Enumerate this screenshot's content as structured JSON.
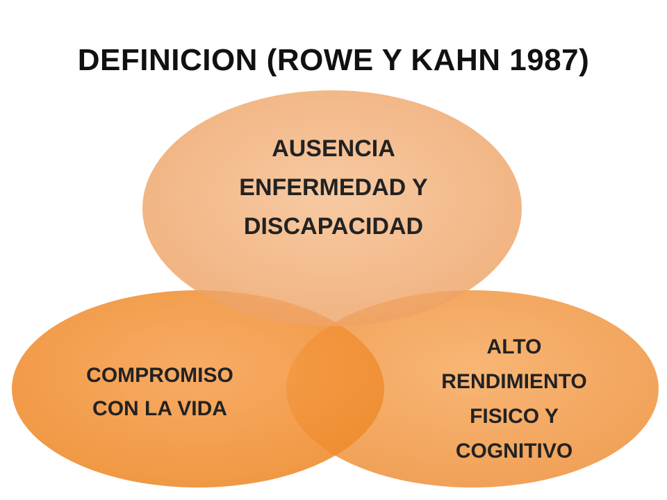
{
  "title": "DEFINICION (ROWE Y KAHN 1987)",
  "diagram": {
    "colors": {
      "top_fill": "#F1A666",
      "left_fill": "#F08A2E",
      "right_fill": "#F29A48",
      "text": "#222222",
      "title": "#111111"
    },
    "top_ellipse": {
      "lines": [
        "AUSENCIA",
        "ENFERMEDAD Y",
        "DISCAPACIDAD"
      ]
    },
    "left_ellipse": {
      "lines": [
        "COMPROMISO",
        "CON LA VIDA"
      ]
    },
    "right_ellipse": {
      "lines": [
        "ALTO",
        "RENDIMIENTO",
        "FISICO Y",
        "COGNITIVO"
      ]
    }
  }
}
